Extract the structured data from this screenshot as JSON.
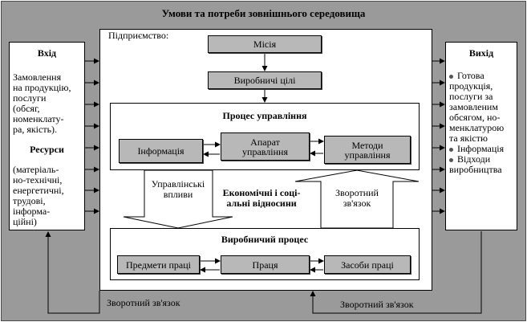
{
  "title": "Умови та потреби зовнішнього середовища",
  "enterprise_label": "Підприємство:",
  "mission": "Місія",
  "production_goals": "Виробничі цілі",
  "management_process": {
    "title": "Процес управління",
    "info": "Інформація",
    "apparatus_line1": "Апарат",
    "apparatus_line2": "управління",
    "methods_line1": "Методи",
    "methods_line2": "управління"
  },
  "management_influences_line1": "Управлінські",
  "management_influences_line2": "впливи",
  "economic_line1": "Економічні і соці-",
  "economic_line2": "альні відносини",
  "feedback_inner_line1": "Зворотний",
  "feedback_inner_line2": "зв'язок",
  "production_process": {
    "title": "Виробничий процес",
    "objects": "Предмети праці",
    "labor": "Праця",
    "means": "Засоби праці"
  },
  "input": {
    "title": "Вхід",
    "text": [
      "Замовлення",
      "на продукцію,",
      "послуги",
      "(обсяг,",
      "номенклату-",
      "ра, якість)."
    ],
    "resources_title": "Ресурси",
    "resources_text": [
      "(матеріаль-",
      "но-технічні,",
      "енергетичні,",
      "трудові,",
      "інформа-",
      "ційні)"
    ]
  },
  "output": {
    "title": "Вихід",
    "item1": [
      "Готова",
      "продукція,",
      "послуги за",
      "замовленим",
      "обсягом, но-",
      "менклатурою",
      "та якістю"
    ],
    "item2": "Інформація",
    "item3": [
      "Відходи",
      "виробництва"
    ]
  },
  "feedback_bottom_left": "Зворотний зв'язок",
  "feedback_bottom_right": "Зворотний зв'язок"
}
